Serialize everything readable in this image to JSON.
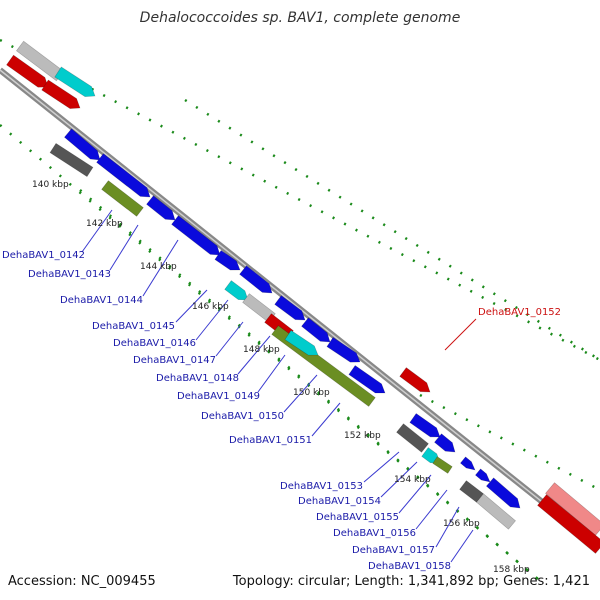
{
  "title": "Dehalococcoides sp. BAV1, complete genome",
  "footer": {
    "accession": "Accession: NC_009455",
    "summary": "Topology: circular; Length: 1,341,892 bp; Genes: 1,421"
  },
  "ticks": [
    "140 kbp",
    "142 kbp",
    "144 kbp",
    "146 kbp",
    "148 kbp",
    "150 kbp",
    "152 kbp",
    "154 kbp",
    "156 kbp",
    "158 kbp"
  ],
  "gene_labels": [
    {
      "text": "DehaBAV1_0142"
    },
    {
      "text": "DehaBAV1_0143"
    },
    {
      "text": "DehaBAV1_0144"
    },
    {
      "text": "DehaBAV1_0145"
    },
    {
      "text": "DehaBAV1_0146"
    },
    {
      "text": "DehaBAV1_0147"
    },
    {
      "text": "DehaBAV1_0148"
    },
    {
      "text": "DehaBAV1_0149"
    },
    {
      "text": "DehaBAV1_0150"
    },
    {
      "text": "DehaBAV1_0151"
    },
    {
      "text": "DehaBAV1_0152",
      "color": "#cc1111"
    },
    {
      "text": "DehaBAV1_0153"
    },
    {
      "text": "DehaBAV1_0154"
    },
    {
      "text": "DehaBAV1_0155"
    },
    {
      "text": "DehaBAV1_0156"
    },
    {
      "text": "DehaBAV1_0157"
    },
    {
      "text": "DehaBAV1_0158"
    }
  ],
  "colors": {
    "cds": "#0a0adc",
    "rrna": "#cc0000",
    "trna": "#00cccc",
    "pseudo": "#6b8e23",
    "other": "#555555",
    "misc": "#bbbbbb",
    "backbone": "#888888",
    "dots": "#1a8a1a"
  }
}
